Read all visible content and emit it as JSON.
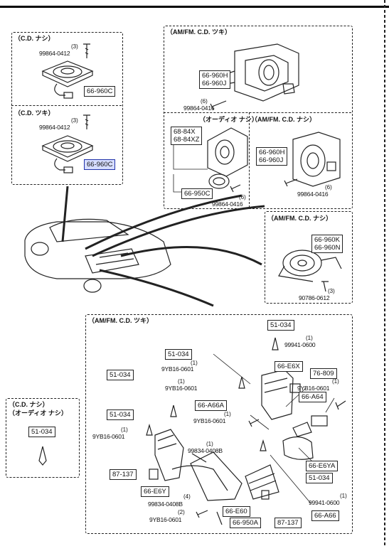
{
  "colors": {
    "line": "#222222",
    "highlight": "#d6ddff"
  },
  "boxes": {
    "speaker_no_cd": "（C.D. ナシ）",
    "speaker_cd": "（C.D. ツキ）",
    "amfm_cd_tsuki_top": "（AM/FM. C.D. ツキ）",
    "audio_nashi": "（オーディオ ナシ）",
    "amfm_cd_nashi_mid": "（AM/FM. C.D. ナシ）",
    "amfm_cd_nashi_right": "（AM/FM. C.D. ナシ）",
    "amfm_cd_tsuki_bottom": "（AM/FM. C.D. ツキ）",
    "cd_nashi_small": "（C.D. ナシ）",
    "audio_nashi_small": "（オーディオ ナシ）"
  },
  "parts": {
    "p66_960c_a": "66-960C",
    "p66_960c_b": "66-960C",
    "p66_960h": "66-960H",
    "p66_960j": "66-960J",
    "p68_84x": "68-84X",
    "p68_84xz": "68-84XZ",
    "p66_950c": "66-950C",
    "p66_960h_b": "66-960H",
    "p66_960j_b": "66-960J",
    "p66_960k": "66-960K",
    "p66_960n": "66-960N",
    "p51_034_a": "51-034",
    "p51_034_b": "51-034",
    "p51_034_c": "51-034",
    "p51_034_d": "51-034",
    "p51_034_e": "51-034",
    "p51_034_f": "51-034",
    "p66_e6x": "66-E6X",
    "p76_809": "76-809",
    "p66_a64": "66-A64",
    "p66_a66a": "66-A66A",
    "p87_137_a": "87-137",
    "p66_e6y": "66-E6Y",
    "p66_e6ya": "66-E6YA",
    "p66_e60": "66-E60",
    "p66_950a": "66-950A",
    "p87_137_b": "87-137",
    "p66_a66": "66-A66"
  },
  "fasteners": {
    "f1": {
      "qty": "(3)",
      "pn": "99864-0412"
    },
    "f2": {
      "qty": "(3)",
      "pn": "99864-0412"
    },
    "f3": {
      "qty": "(6)",
      "pn": "99864-0416"
    },
    "f4": {
      "qty": "(6)",
      "pn": "99864-0416"
    },
    "f5": {
      "qty": "(6)",
      "pn": "99864-0416"
    },
    "f6": {
      "qty": "(3)",
      "pn": "90786-0612"
    },
    "f7": {
      "qty": "(1)",
      "pn": "99941-0600"
    },
    "f8": {
      "qty": "(1)",
      "pn": "9YB16-0601"
    },
    "f9": {
      "qty": "(1)",
      "pn": "9YB16-0601"
    },
    "f10": {
      "qty": "(1)",
      "pn": "9YB16-0601"
    },
    "f11": {
      "qty": "(1)",
      "pn": "9YB16-0601"
    },
    "f12": {
      "qty": "(1)",
      "pn": "9YB16-0601"
    },
    "f13": {
      "qty": "(1)",
      "pn": "99834-0408B"
    },
    "f14": {
      "qty": "(4)",
      "pn": "99834-0408B"
    },
    "f15": {
      "qty": "(2)",
      "pn": "9YB16-0601"
    },
    "f16": {
      "qty": "(1)",
      "pn": "99941-0600"
    }
  }
}
